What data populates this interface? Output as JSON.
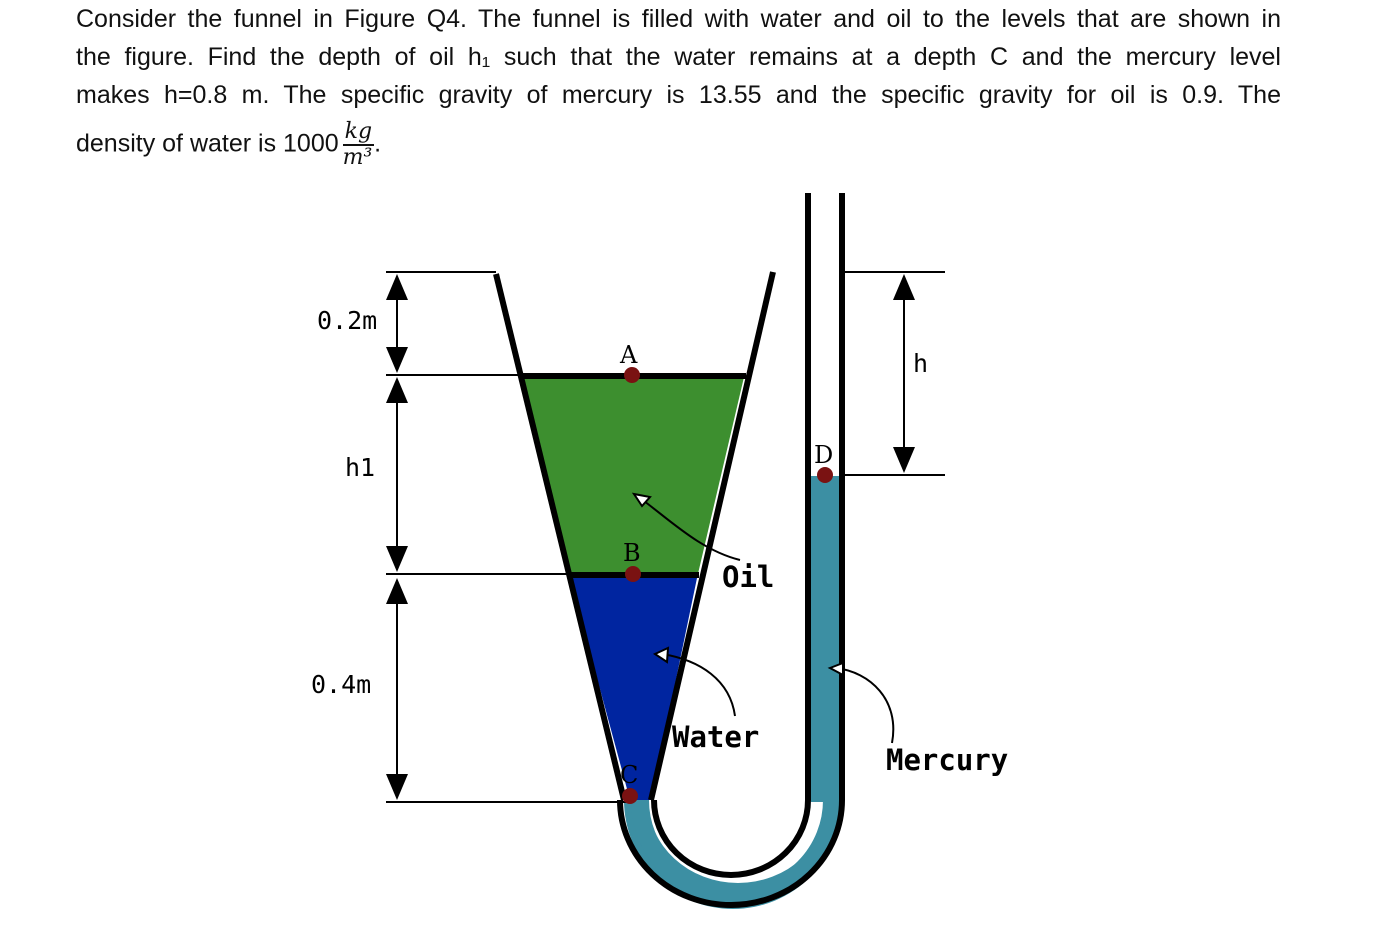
{
  "problem": {
    "line1": "Consider the funnel in Figure Q4. The funnel is filled with water and oil to the levels that are shown in",
    "line2": "the figure. Find the depth of oil h₁ such that the water remains at a depth C and the mercury level",
    "line3": "makes h=0.8 m. The specific gravity of mercury is 13.55 and the specific gravity for oil is 0.9. The",
    "line4_prefix": "density of water is 1000",
    "unit_num": "kg",
    "unit_den": "m³",
    "unit_suffix": "."
  },
  "figure": {
    "dim_top": "0.2m",
    "dim_mid": "h1",
    "dim_bottom": "0.4m",
    "dim_h": "h",
    "point_a": "A",
    "point_b": "B",
    "point_c": "C",
    "point_d": "D",
    "label_oil": "Oil",
    "label_water": "Water",
    "label_mercury": "Mercury",
    "colors": {
      "oil": "#3d8f2f",
      "water": "#0025a0",
      "mercury": "#3c8fa3",
      "point": "#7a1212"
    }
  }
}
